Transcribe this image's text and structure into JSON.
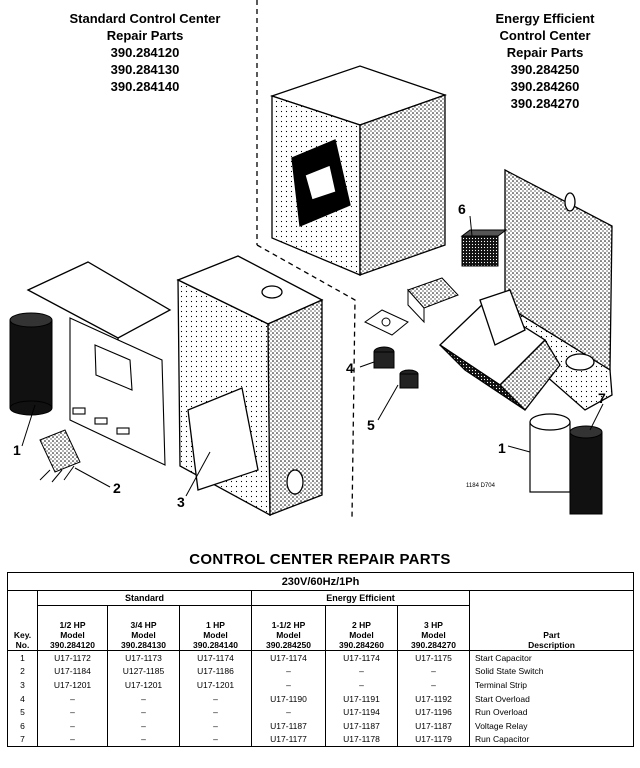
{
  "header_left": {
    "title": "Standard Control Center",
    "subtitle": "Repair Parts",
    "models": [
      "390.284120",
      "390.284130",
      "390.284140"
    ]
  },
  "header_right": {
    "title_line1": "Energy Efficient",
    "title_line2": "Control Center",
    "subtitle": "Repair Parts",
    "models": [
      "390.284250",
      "390.284260",
      "390.284270"
    ]
  },
  "callouts": [
    "1",
    "2",
    "3",
    "4",
    "5",
    "6",
    "7",
    "1"
  ],
  "drawing_id": "1184 D704",
  "table": {
    "title": "CONTROL CENTER REPAIR PARTS",
    "spec": "230V/60Hz/1Ph",
    "group_standard": "Standard",
    "group_energy": "Energy Efficient",
    "col_key": [
      "Key.",
      "No."
    ],
    "columns": [
      {
        "hp": "1/2 HP",
        "label": "Model",
        "model": "390.284120"
      },
      {
        "hp": "3/4 HP",
        "label": "Model",
        "model": "390.284130"
      },
      {
        "hp": "1 HP",
        "label": "Model",
        "model": "390.284140"
      },
      {
        "hp": "1-1/2 HP",
        "label": "Model",
        "model": "390.284250"
      },
      {
        "hp": "2 HP",
        "label": "Model",
        "model": "390.284260"
      },
      {
        "hp": "3 HP",
        "label": "Model",
        "model": "390.284270"
      }
    ],
    "col_desc": [
      "Part",
      "Description"
    ],
    "rows": [
      {
        "key": "1",
        "cells": [
          "U17-1172",
          "U17-1173",
          "U17-1174",
          "U17-1174",
          "U17-1174",
          "U17-1175"
        ],
        "desc": "Start Capacitor"
      },
      {
        "key": "2",
        "cells": [
          "U17-1184",
          "U127-1185",
          "U17-1186",
          "–",
          "–",
          "–"
        ],
        "desc": "Solid State Switch"
      },
      {
        "key": "3",
        "cells": [
          "U17-1201",
          "U17-1201",
          "U17-1201",
          "–",
          "–",
          "–"
        ],
        "desc": "Terminal Strip"
      },
      {
        "key": "4",
        "cells": [
          "–",
          "–",
          "–",
          "U17-1190",
          "U17-1191",
          "U17-1192"
        ],
        "desc": "Start Overload"
      },
      {
        "key": "5",
        "cells": [
          "–",
          "–",
          "–",
          "–",
          "U17-1194",
          "U17-1196"
        ],
        "desc": "Run Overload"
      },
      {
        "key": "6",
        "cells": [
          "–",
          "–",
          "–",
          "U17-1187",
          "U17-1187",
          "U17-1187"
        ],
        "desc": "Voltage Relay"
      },
      {
        "key": "7",
        "cells": [
          "–",
          "–",
          "–",
          "U17-1177",
          "U17-1178",
          "U17-1179"
        ],
        "desc": "Run Capacitor"
      }
    ]
  }
}
